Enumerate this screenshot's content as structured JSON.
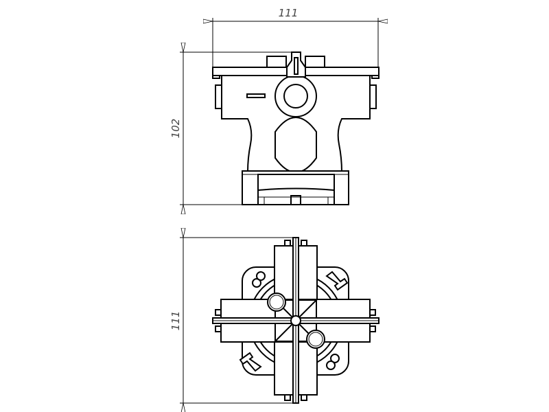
{
  "front_view": {
    "width_dimension": "111",
    "height_dimension": "102"
  },
  "bottom_view": {
    "height_dimension": "111"
  },
  "colors": {
    "line": "#000000",
    "background": "#ffffff"
  }
}
